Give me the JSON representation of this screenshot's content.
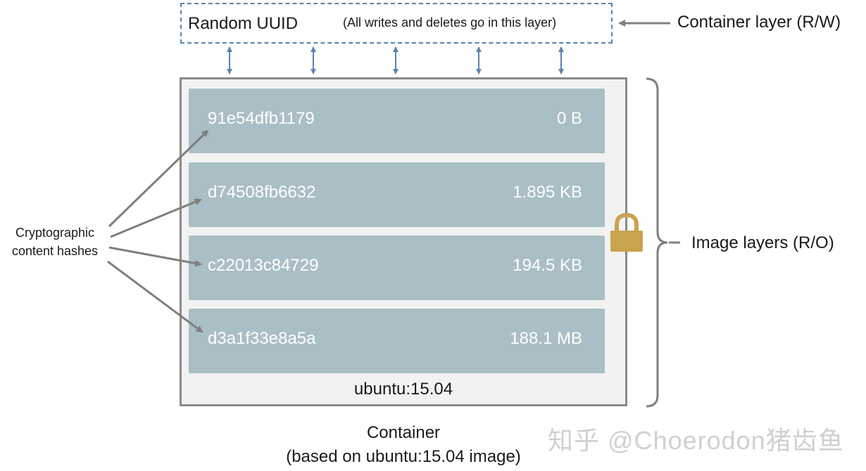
{
  "container_layer": {
    "title": "Random UUID",
    "note": "(All writes and deletes go in this layer)",
    "label": "Container layer (R/W)"
  },
  "image_layers": {
    "label": "Image layers (R/O)",
    "image_name": "ubuntu:15.04",
    "layers": [
      {
        "hash": "91e54dfb1179",
        "size": "0 B"
      },
      {
        "hash": "d74508fb6632",
        "size": "1.895 KB"
      },
      {
        "hash": "c22013c84729",
        "size": "194.5 KB"
      },
      {
        "hash": "d3a1f33e8a5a",
        "size": "188.1 MB"
      }
    ]
  },
  "hashes_label": {
    "line1": "Cryptographic",
    "line2": "content hashes"
  },
  "caption": {
    "line1": "Container",
    "line2": "(based on ubuntu:15.04 image)"
  },
  "watermark": "知乎 @Choerodon猪齿鱼",
  "icons": {
    "lock": "lock-icon"
  },
  "colors": {
    "layer_fill": "#a9bfc5",
    "rw_border": "#5b84a9",
    "arrow": "#7f7f7f",
    "connector": "#5b84a9",
    "lock": "#c9a34e"
  }
}
